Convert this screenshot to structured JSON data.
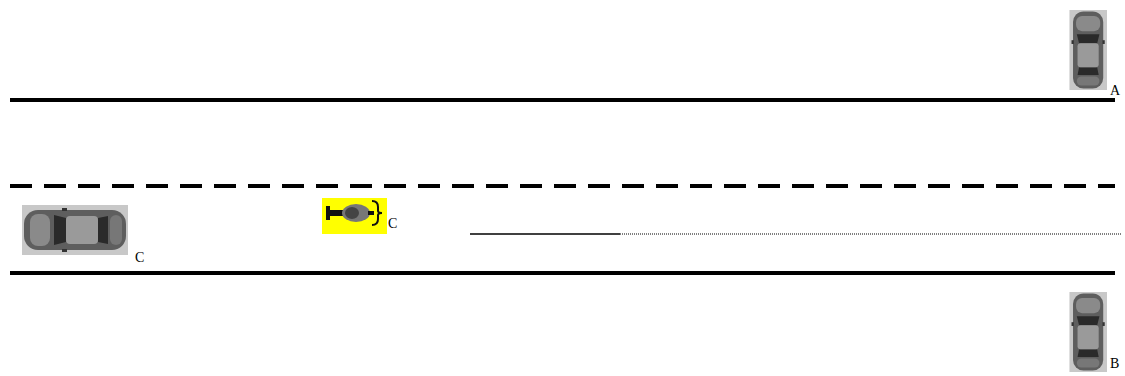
{
  "diagram": {
    "labels": [
      "A",
      "C",
      "C",
      "B"
    ]
  }
}
